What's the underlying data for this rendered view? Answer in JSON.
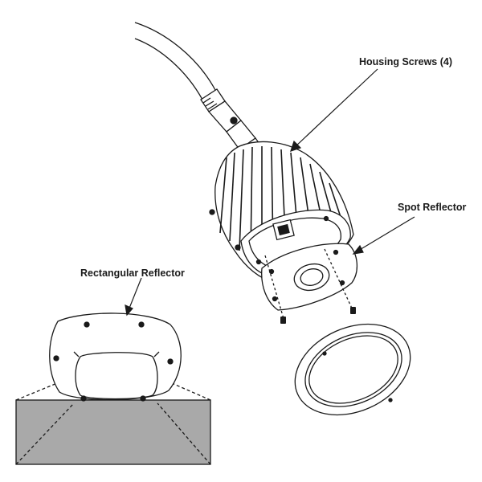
{
  "labels": {
    "housing_screws": "Housing Screws (4)",
    "spot_reflector": "Spot Reflector",
    "rectangular_reflector": "Rectangular Reflector"
  },
  "colors": {
    "line": "#1a1a1a",
    "reflector_fill": "#a9a9a9",
    "background": "#ffffff"
  }
}
